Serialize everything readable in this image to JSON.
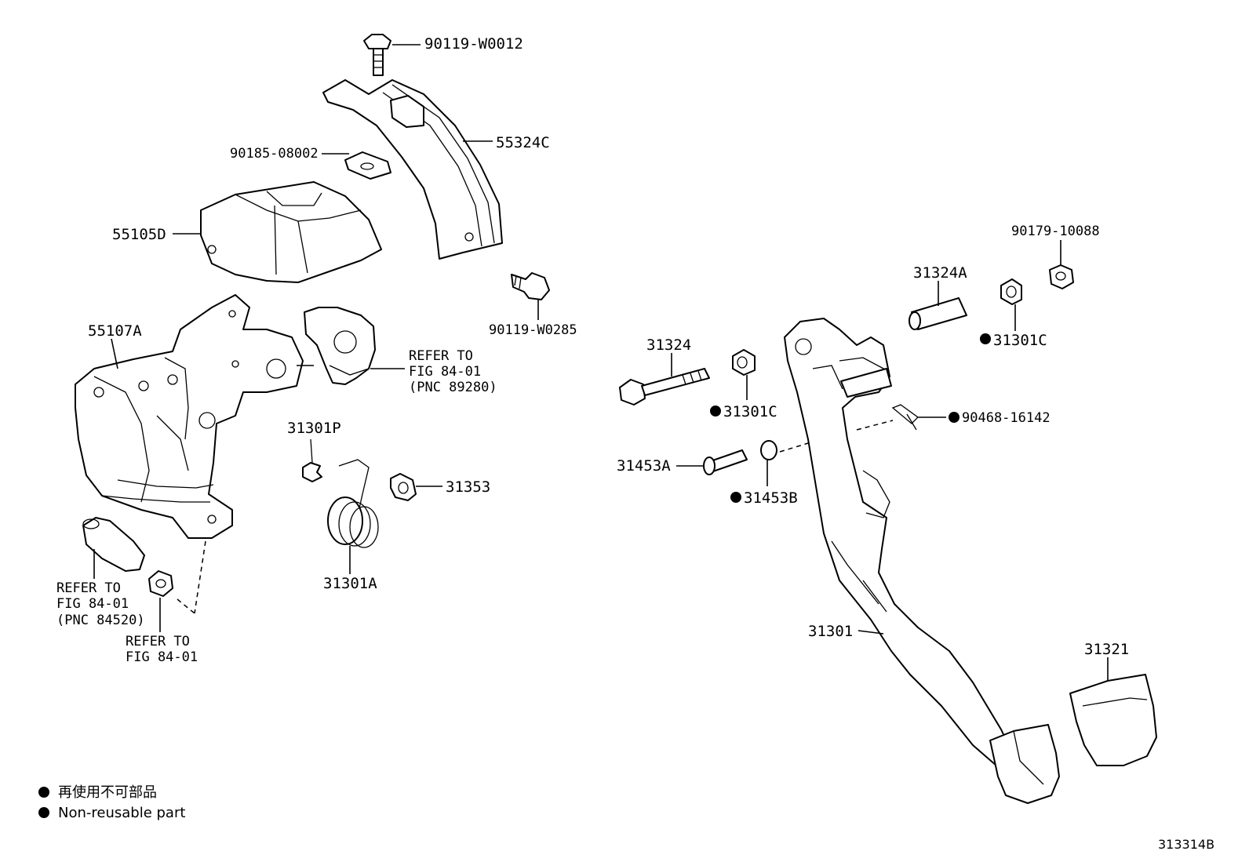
{
  "parts": {
    "p_90119_W0012": "90119-W0012",
    "p_55324C": "55324C",
    "p_90185_08002": "90185-08002",
    "p_55105D": "55105D",
    "p_90119_W0285": "90119-W0285",
    "p_55107A": "55107A",
    "p_31301P": "31301P",
    "p_31353": "31353",
    "p_31301A": "31301A",
    "p_90179_10088": "90179-10088",
    "p_31324A": "31324A",
    "p_31301C_top": "31301C",
    "p_31324": "31324",
    "p_31301C_mid": "31301C",
    "p_90468_16142": "90468-16142",
    "p_31453A": "31453A",
    "p_31453B": "31453B",
    "p_31301": "31301",
    "p_31321": "31321"
  },
  "references": {
    "ref_sensor": [
      "REFER TO",
      "FIG 84-01",
      "(PNC 89280)"
    ],
    "ref_switch": [
      "REFER TO",
      "FIG 84-01",
      "(PNC 84520)"
    ],
    "ref_nut": [
      "REFER TO",
      "FIG 84-01"
    ]
  },
  "legend": {
    "line1": "再使用不可部品",
    "line2": "Non-reusable part"
  },
  "figure_id": "313314B"
}
